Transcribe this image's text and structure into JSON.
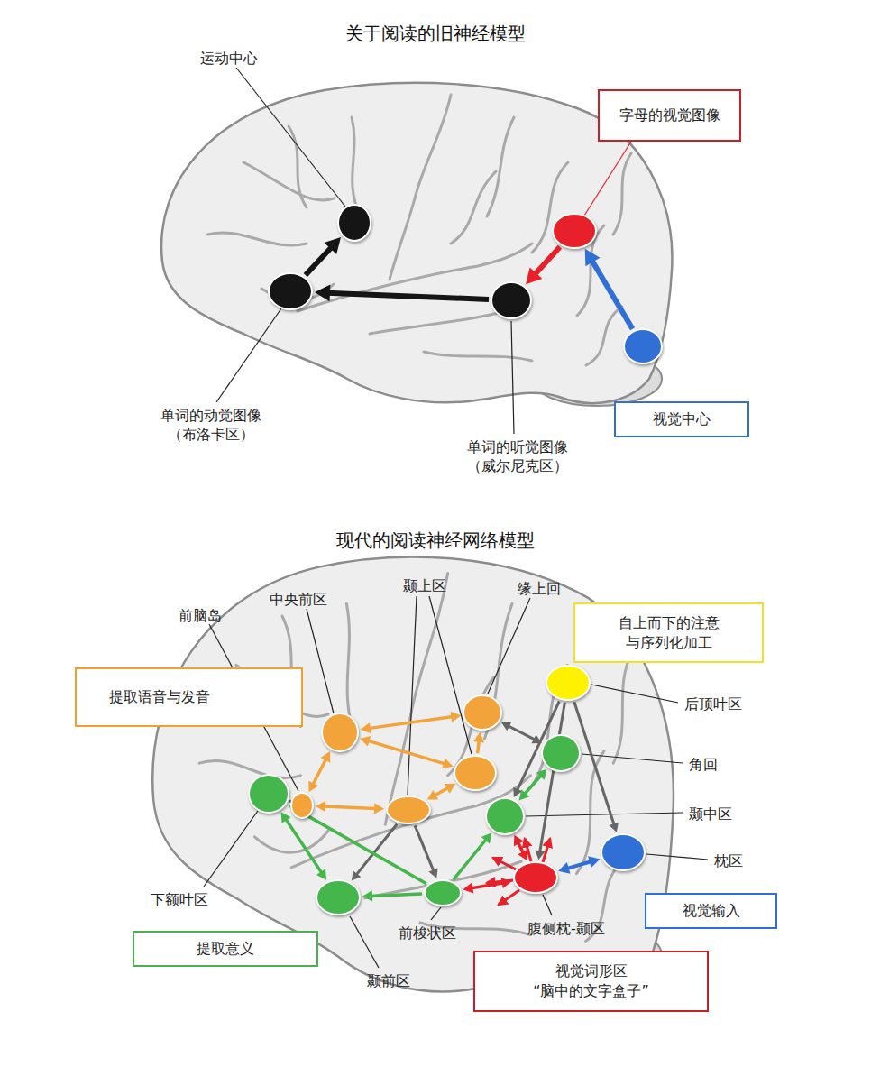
{
  "diagram": {
    "nodes": [
      {
        "text": [
          "运动中心"
        ]
      },
      {
        "text": [
          "字母的视觉图像"
        ]
      },
      {
        "text": [
          "单词的动觉图像 （布洛卡区）"
        ]
      },
      {
        "text": [
          "单词的听觉图像 （威尔尼克区）"
        ]
      },
      {
        "text": [
          "视觉中心"
        ]
      },
      {
        "text": [
          "前脑岛"
        ]
      },
      {
        "text": [
          "中央前区"
        ]
      },
      {
        "text": [
          "颞上区"
        ]
      },
      {
        "text": []
      },
      {
        "text": [
          "缘上回"
        ]
      },
      {
        "text": [
          "提取语音与发音"
        ]
      },
      {
        "text": [
          "后顶叶区",
          "自上而下的注意 与序列化加工"
        ]
      },
      {
        "text": [
          "角回"
        ]
      },
      {
        "text": [
          "颞中区"
        ]
      },
      {
        "text": [
          "下额叶区"
        ]
      },
      {
        "text": [
          "枕区",
          "视觉输入"
        ]
      },
      {
        "text": [
          "腹侧枕-颞区",
          "视觉词形区 “脑中的文字盒子”"
        ]
      },
      {
        "text": [
          "前梭状区"
        ]
      },
      {
        "text": [
          "颞前区"
        ]
      },
      {
        "text": [
          "提取意义"
        ]
      }
    ],
    "edges": [
      {
        "from": 4,
        "to": 1,
        "arrow": "to"
      },
      {
        "from": 1,
        "to": 3,
        "arrow": "to"
      },
      {
        "from": 3,
        "to": 2,
        "arrow": "to"
      },
      {
        "from": 2,
        "to": 0,
        "arrow": "to"
      },
      {
        "from": 6,
        "to": 9,
        "arrow": "both"
      },
      {
        "from": 7,
        "to": 6,
        "arrow": "both"
      },
      {
        "from": 5,
        "to": 6,
        "arrow": "both"
      },
      {
        "from": 5,
        "to": 8,
        "arrow": "both"
      },
      {
        "from": 8,
        "to": 7,
        "arrow": "both"
      },
      {
        "from": 7,
        "to": 9,
        "arrow": "to"
      },
      {
        "from": 5,
        "to": 14,
        "arrow": "to"
      },
      {
        "from": 8,
        "to": 18,
        "arrow": "to"
      },
      {
        "from": 8,
        "to": 17,
        "arrow": "to"
      },
      {
        "from": 9,
        "to": 12,
        "arrow": "both"
      },
      {
        "from": 11,
        "to": 13,
        "arrow": "to"
      },
      {
        "from": 11,
        "to": 16,
        "arrow": "to"
      },
      {
        "from": 11,
        "to": 15,
        "arrow": "to"
      },
      {
        "from": 17,
        "to": 14,
        "arrow": "to"
      },
      {
        "from": 14,
        "to": 18,
        "arrow": "both"
      },
      {
        "from": 17,
        "to": 18,
        "arrow": "to"
      },
      {
        "from": 17,
        "to": 13,
        "arrow": "to"
      },
      {
        "from": 13,
        "to": 12,
        "arrow": "both"
      },
      {
        "from": 16,
        "to": 13,
        "arrow": "both"
      },
      {
        "from": 16,
        "to": 17,
        "arrow": "both"
      },
      {
        "from": 15,
        "to": 16,
        "arrow": "both"
      }
    ],
    "labels": [
      "关于阅读的旧神经模型",
      "现代的阅读神经网络模型"
    ]
  }
}
